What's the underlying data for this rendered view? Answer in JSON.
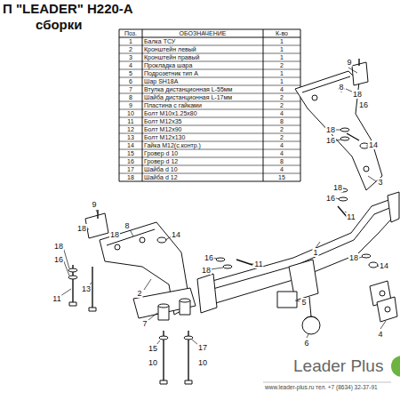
{
  "diagram": {
    "labels": [
      "П \"LEADER\" H220-A",
      "сборки",
      "Поз.",
      "ОБОЗНАЧЕНИЕ",
      "К-во",
      "1",
      "Балка ТСУ",
      "1",
      "2",
      "Кронштейн левый",
      "1",
      "3",
      "Кронштейн правый",
      "1",
      "4",
      "Прокладка шара",
      "2",
      "5",
      "Подрозетник тип А",
      "1",
      "6",
      "Шар SH18A",
      "1",
      "7",
      "Втулка дистанционная L-55мм",
      "4",
      "8",
      "Шайба дистанционная L-17мм",
      "2",
      "9",
      "Пластина с гайками",
      "2",
      "10",
      "Болт M10x1.25x80",
      "4",
      "11",
      "Болт M12x35",
      "8",
      "12",
      "Болт M12x90",
      "2",
      "13",
      "Болт M12x130",
      "2",
      "14",
      "Гайка M12(с.контр.)",
      "4",
      "15",
      "Гровер d 10",
      "4",
      "16",
      "Гровер d 12",
      "8",
      "17",
      "Шайба d 10",
      "4",
      "18",
      "Шайба d 12",
      "15",
      "9",
      "8",
      "18",
      "16",
      "18",
      "16",
      "14",
      "18",
      "16",
      "11",
      "3",
      "1",
      "18",
      "14",
      "5",
      "6",
      "4",
      "9",
      "18",
      "8",
      "18",
      "14",
      "18",
      "16",
      "13",
      "11",
      "16",
      "18",
      "11",
      "2",
      "7",
      "15",
      "17",
      "10",
      "10",
      "Leader Plus",
      "www.leader-plus.ru   тел. +7 (8634) 32-37-91"
    ]
  }
}
